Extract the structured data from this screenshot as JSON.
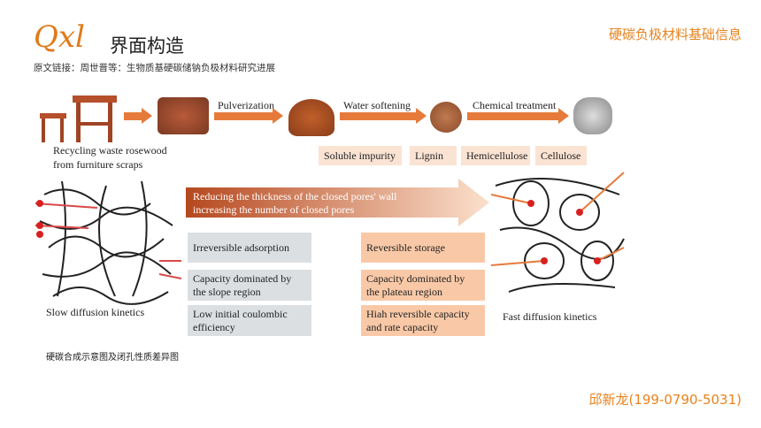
{
  "header": {
    "logo": "Qxl",
    "title": "界面构造",
    "source": "原文链接：周世晋等：生物质基硬碳储钠负极材料研究进展",
    "right_title": "硬碳负极材料基础信息"
  },
  "figure": {
    "steps": [
      "Pulverization",
      "Water softening",
      "Chemical treatment"
    ],
    "source_label": [
      "Recycling waste rosewood",
      "from furniture scraps"
    ],
    "components": [
      "Soluble impurity",
      "Lignin",
      "Hemicellulose",
      "Cellulose"
    ],
    "arrow_text": [
      "Reducing the thickness of the closed pores' wall",
      "increasing the number of closed pores"
    ],
    "left_props": [
      "Irreversible adsorption",
      "Capacity dominated by the slope region",
      "Low initial coulombic efficiency"
    ],
    "right_props": [
      "Reversible storage",
      "Capacity dominated by the plateau region",
      "Hiah reversible capacity and rate capacity"
    ],
    "left_label": "Slow diffusion kinetics",
    "right_label": "Fast diffusion kinetics"
  },
  "caption": "硬碳合成示意图及闭孔性质差异图",
  "footer": "邱新龙(199-0790-5031)",
  "colors": {
    "accent": "#e8831f",
    "arrow": "#e57a3b",
    "gray_box": "#dcdfe2",
    "orange_box": "#f9c9a7"
  }
}
